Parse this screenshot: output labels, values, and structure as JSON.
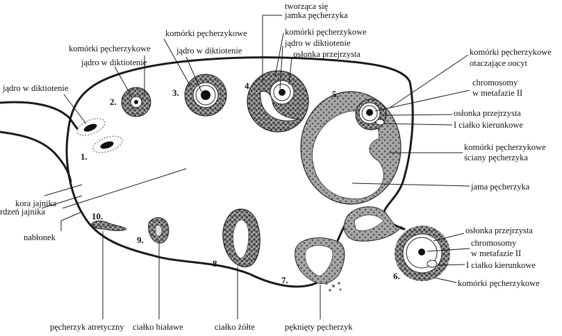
{
  "labels": {
    "l_jadro_1": "jądro w diktiotenie",
    "l_komorki_2": "komórki pęcherzykowe",
    "l_jadro_2": "jądro w diktiotenie",
    "l_komorki_3": "komórki pęcherzykowe",
    "l_jadro_3": "jądro w diktiotenie",
    "l_tworzaca_1": "tworząca się",
    "l_tworzaca_2": "jamka pęcherzyka",
    "l_komorki_4": "komórki pęcherzykowe",
    "l_jadro_4": "jądro w diktiotenie",
    "l_oslonka_4": "osłonka przejrzysta",
    "l_otaczajace_1": "komórki pęcherzykowe",
    "l_otaczajace_2": "otaczające oocyt",
    "l_chromosomy_1": "chromosomy",
    "l_chromosomy_2": "w metafazie II",
    "l_oslonka_5": "osłonka przejrzysta",
    "l_cialko_5": "I ciałko kierunkowe",
    "l_sciany_1": "komórki pęcherzykowe",
    "l_sciany_2": "ściany pęcherzyka",
    "l_jama": "jama pęcherzyka",
    "l_kora": "kora jajnika",
    "l_rdzen": "rdzeń jajnika",
    "l_nablonek": "nabłonek",
    "l_oslonka_6": "osłonka przejrzysta",
    "l_chromosomy_6a": "chromosomy",
    "l_chromosomy_6b": "w metafazie II",
    "l_cialko_6": "I ciałko kierunkowe",
    "l_komorki_6": "komórki pęcherzykowe",
    "l_atretyczny": "pęcherzyk atretyczny",
    "l_bialawe": "ciałko białawe",
    "l_zolte": "ciałko żółte",
    "l_pekniety": "pęknięty pęcherzyk"
  },
  "numbers": {
    "n1": "1.",
    "n2": "2.",
    "n3": "3.",
    "n4": "4.",
    "n5": "5.",
    "n6": "6.",
    "n7": "7.",
    "n8": "8.",
    "n9": "9.",
    "n10": "10."
  },
  "colors": {
    "line": "#1a1a1a",
    "granulosa": "#4a4a4a",
    "fill_gray": "#b8b8b8",
    "background": "#ffffff"
  }
}
